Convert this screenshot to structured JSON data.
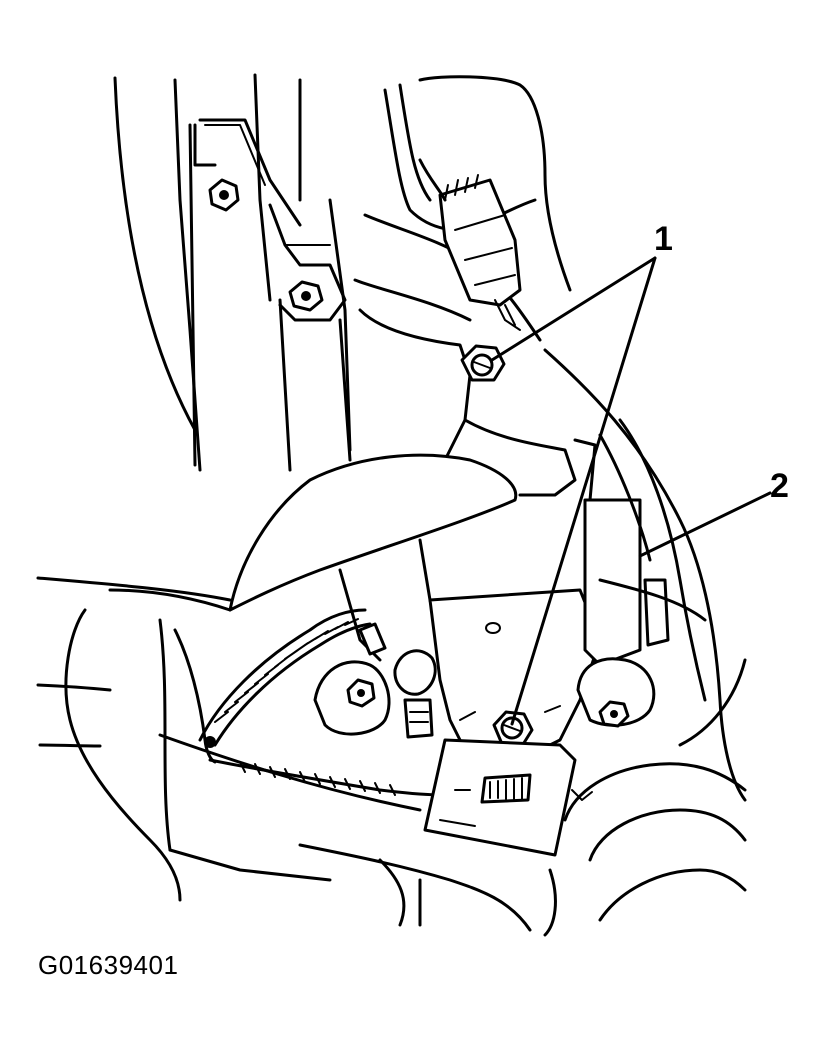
{
  "callouts": [
    {
      "number": "1"
    },
    {
      "number": "2"
    }
  ],
  "figure_id": "G01639401"
}
